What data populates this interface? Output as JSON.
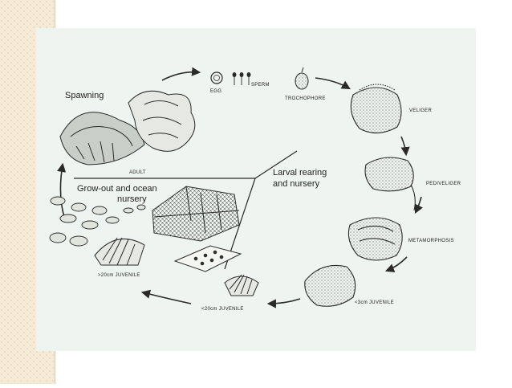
{
  "sidebar": {
    "pattern": "dotted-grid",
    "color": "#f4ead5"
  },
  "figure": {
    "background": "#eef4ef",
    "stroke_color": "#2a2a2a",
    "labels": {
      "spawning": "Spawning",
      "adult": "ADULT",
      "egg": "EGG",
      "sperm": "SPERM",
      "trochophore": "TROCHOPHORE",
      "veliger": "VELIGER",
      "pediveliger": "PEDIVELIGER",
      "metamorphosis": "METAMORPHOSIS",
      "juvenile_3cm": "<3cm JUVENILE",
      "juvenile_20cm_less": "<20cm JUVENILE",
      "juvenile_20cm_more": ">20cm JUVENILE",
      "larval_line1": "Larval rearing",
      "larval_line2": "and nursery",
      "growout_line1": "Grow-out and ocean",
      "growout_line2": "nursery"
    }
  }
}
